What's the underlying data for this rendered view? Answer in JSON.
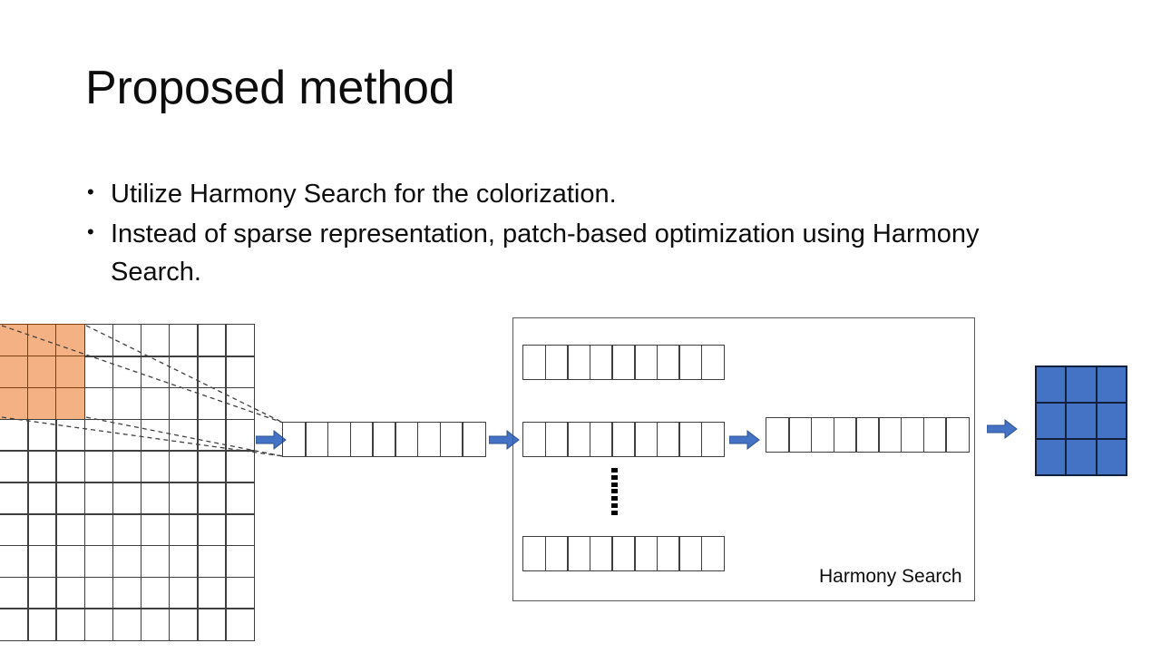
{
  "slide": {
    "title": "Proposed method",
    "bullet_char": "•",
    "bullets": [
      "Utilize Harmony Search for the colorization.",
      "Instead of sparse representation, patch-based optimization using Harmony Search."
    ]
  },
  "diagram": {
    "source_grid": {
      "name": "grayscale-image-grid",
      "columns": 9,
      "rows": 10,
      "patch_columns": 3,
      "patch_rows": 3,
      "patch_color": "#F4B183",
      "cell_border_color": "#3f3f3f"
    },
    "patch_vector": {
      "name": "flattened-patch-vector",
      "cells": 9
    },
    "harmony_search_box": {
      "label": "Harmony Search",
      "border_color": "#595959",
      "memory_rows": [
        {
          "name": "harmony-memory-row-1",
          "cells": 9
        },
        {
          "name": "harmony-memory-row-2",
          "cells": 9
        },
        {
          "name": "harmony-memory-row-3",
          "cells": 9
        }
      ],
      "ellipsis_dots": 7,
      "best_vector": {
        "name": "best-harmony-vector",
        "cells": 9
      }
    },
    "output_patch": {
      "name": "colorized-output-patch",
      "columns": 3,
      "rows": 3,
      "fill_color": "#4472C4",
      "border_color": "#14213d"
    },
    "arrows": [
      {
        "name": "arrow-grid-to-vector",
        "color": "#4472C4"
      },
      {
        "name": "arrow-vector-to-harmony-search",
        "color": "#4472C4"
      },
      {
        "name": "arrow-memory-to-best-vector",
        "color": "#4472C4"
      },
      {
        "name": "arrow-best-vector-to-output",
        "color": "#4472C4"
      }
    ],
    "projection_lines": {
      "name": "patch-projection-dashed-lines",
      "count": 4,
      "color": "#404040",
      "style": "dashed"
    }
  }
}
